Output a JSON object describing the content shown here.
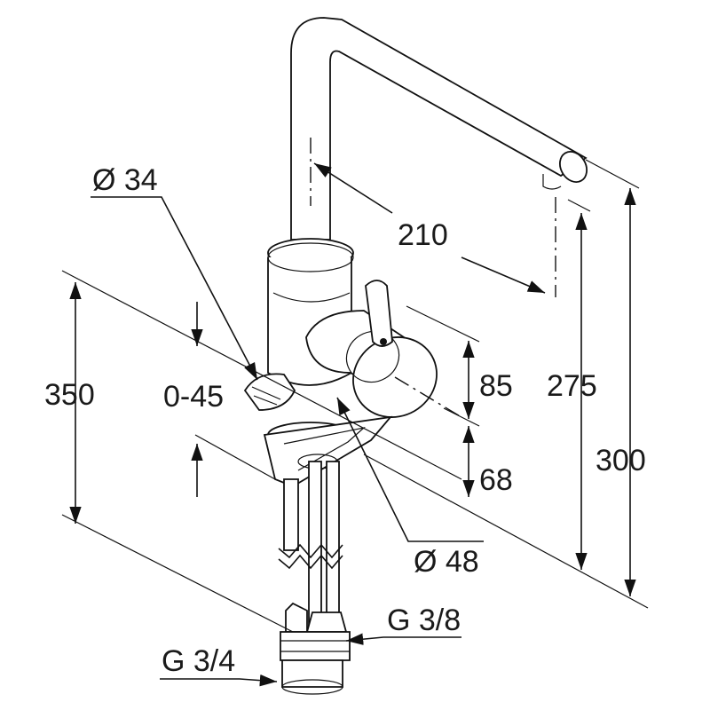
{
  "dimensions": {
    "spout_reach": "210",
    "spout_height": "275",
    "total_height": "300",
    "below_counter": "350",
    "lever_height": "85",
    "base_height": "68",
    "handle_diameter": "Ø 48",
    "body_diameter": "Ø 34",
    "swivel_range": "0-45",
    "connection_small": "G 3/8",
    "connection_large": "G 3/4"
  },
  "colors": {
    "line": "#111111",
    "background": "#ffffff"
  }
}
